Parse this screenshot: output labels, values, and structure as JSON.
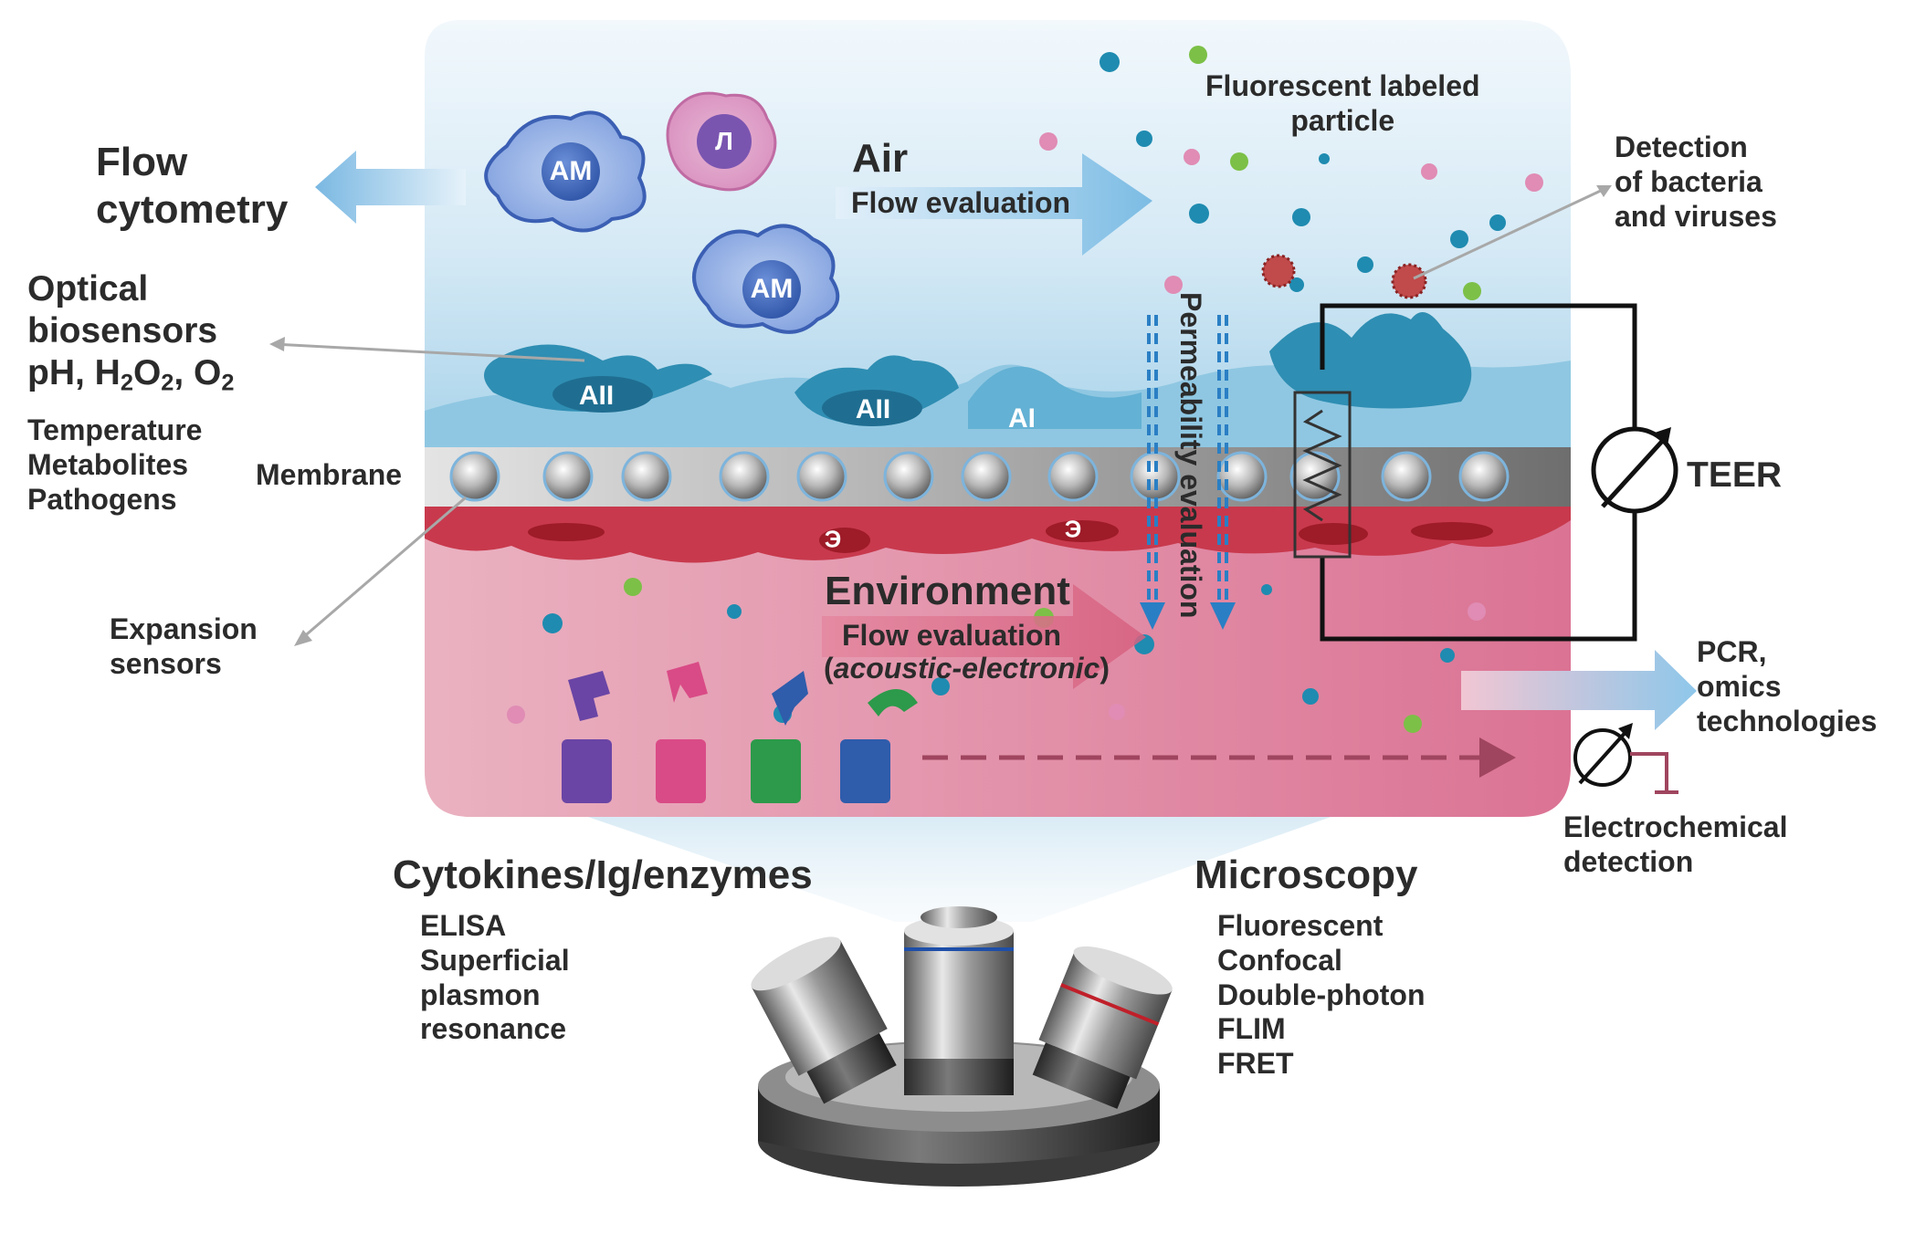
{
  "labels": {
    "flow_cytometry": [
      "Flow",
      "cytometry"
    ],
    "optical_biosensors": [
      "Optical",
      "biosensors"
    ],
    "ph_prefix": "pH, H",
    "ph_sub1": "2",
    "ph_o": "O",
    "ph_sub2": "2",
    "ph_suffix": ", O",
    "ph_sub3": "2",
    "temperature": "Temperature",
    "metabolites": "Metabolites",
    "pathogens": "Pathogens",
    "membrane": "Membrane",
    "expansion_sensors": [
      "Expansion",
      "sensors"
    ],
    "air": "Air",
    "air_flow": "Flow evaluation",
    "fluorescent_particle": [
      "Fluorescent labeled",
      "particle"
    ],
    "detection_bacteria": [
      "Detection",
      "of bacteria",
      "and viruses"
    ],
    "teer": "TEER",
    "environment": "Environment",
    "env_flow": "Flow evaluation",
    "acoustic": "(acoustic-electronic)",
    "acoustic_inner": "acoustic-electronic",
    "permeability": "Permeability evaluation",
    "pcr": [
      "PCR,",
      "omics",
      "technologies"
    ],
    "electrochemical": [
      "Electrochemical",
      "detection"
    ],
    "cytokines_title": "Cytokines/Ig/enzymes",
    "cytokines_methods": [
      "ELISA",
      "Superficial",
      "plasmon",
      "resonance"
    ],
    "microscopy_title": "Microscopy",
    "microscopy_methods": [
      "Fluorescent",
      "Confocal",
      "Double-photon",
      "FLIM",
      "FRET"
    ]
  },
  "cells": {
    "am1": "AM",
    "am2": "AM",
    "lymph": "Л",
    "aii1": "AII",
    "aii2": "AII",
    "ai": "AI",
    "e1": "Э",
    "e2": "Э"
  },
  "colors": {
    "air_top": "#eaf4fb",
    "air_bottom": "#a9d3ea",
    "blood_top": "#e8a4b6",
    "blood_bottom": "#d9708f",
    "membrane": "#8f8f8f",
    "arrow_blue": "#2a7fc4",
    "cell_blue": "#4a74c6",
    "epithelium": "#3d9cc0",
    "rbc": "#b31f2c"
  },
  "icons": [
    "arrow-left-icon",
    "arrow-right-icon",
    "ohmmeter-icon",
    "microscope-icon",
    "virus-icon"
  ]
}
